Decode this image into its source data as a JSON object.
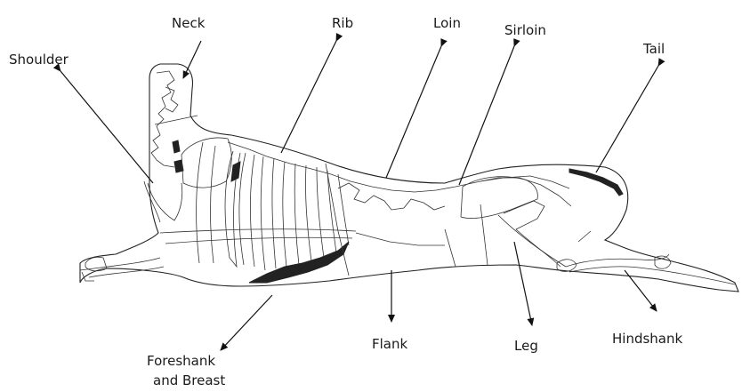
{
  "labels": {
    "neck": "Neck",
    "rib": "Rib",
    "loin": "Loin",
    "sirloin": "Sirloin",
    "shoulder": "Shoulder",
    "tail": "Tail",
    "foreshank_line1": "Foreshank",
    "foreshank_line2": "and Breast",
    "flank": "Flank",
    "leg": "Leg",
    "hindshank": "Hindshank"
  }
}
